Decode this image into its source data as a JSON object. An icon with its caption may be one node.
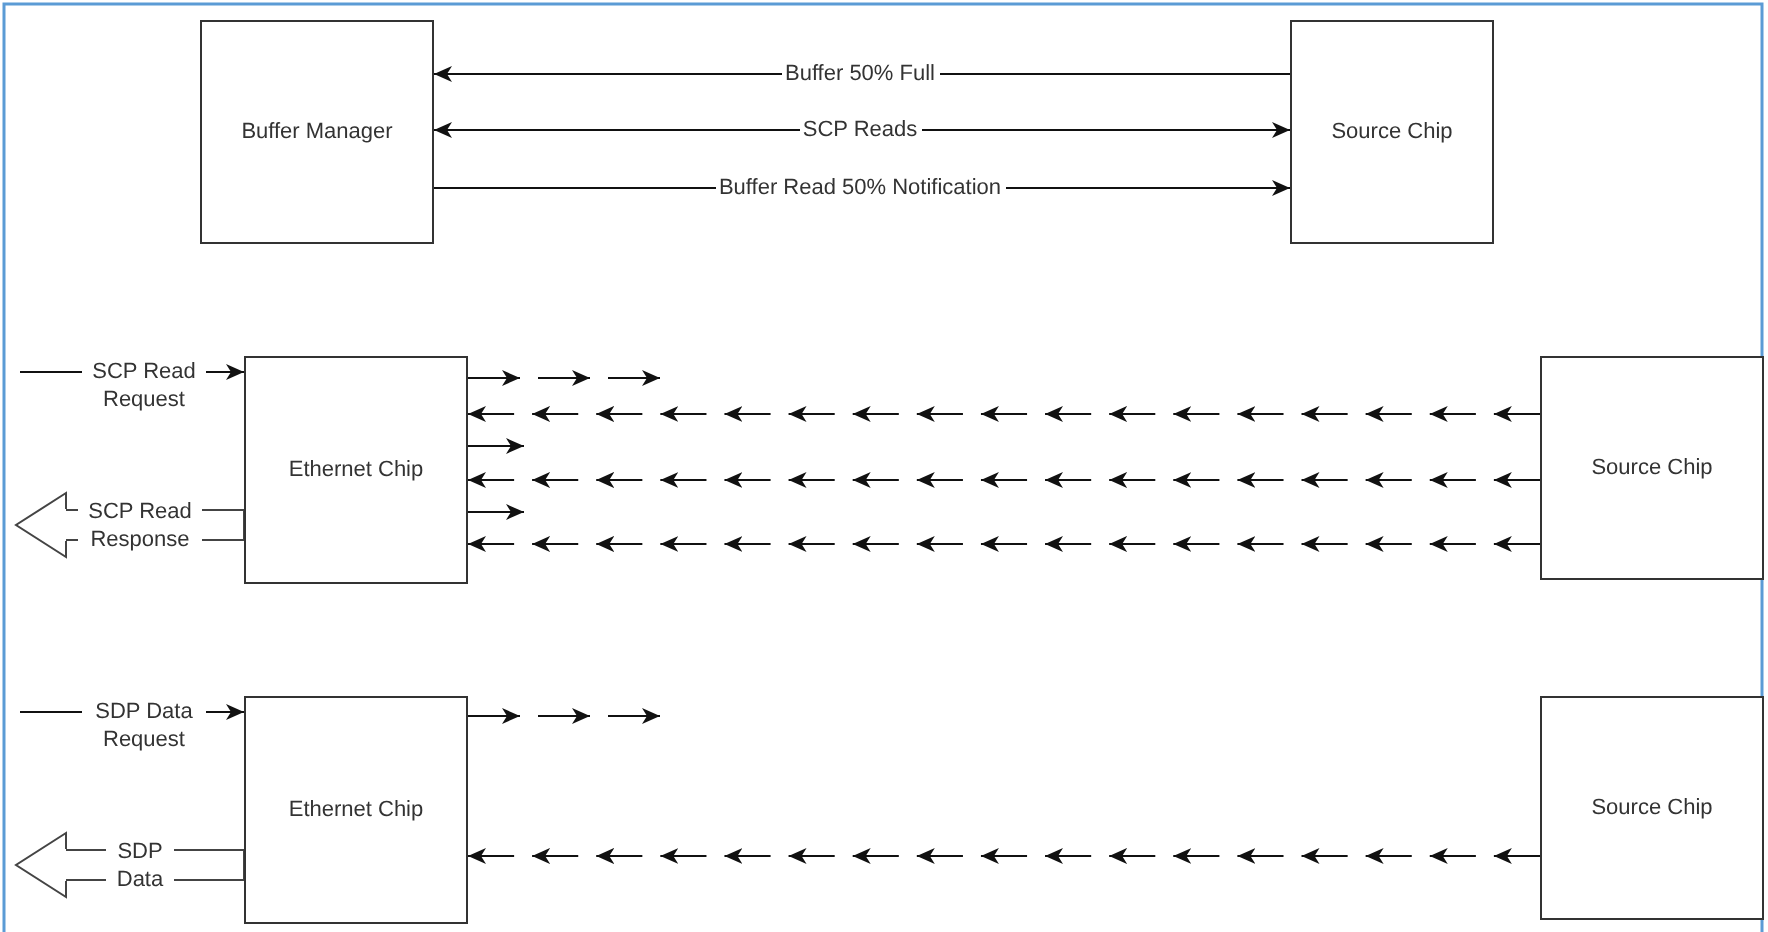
{
  "diagram": {
    "nodes": [
      {
        "text": [
          "Buffer Manager"
        ]
      },
      {
        "text": [
          "Source Chip"
        ]
      },
      {
        "text": [
          "Ethernet Chip"
        ]
      },
      {
        "text": [
          "Source Chip"
        ]
      },
      {
        "text": [
          "Ethernet Chip"
        ]
      },
      {
        "text": [
          "Source Chip"
        ]
      }
    ],
    "edges": [
      {
        "from": 1,
        "to": 0,
        "arrow": "to",
        "label": "Buffer 50% Full"
      },
      {
        "from": 0,
        "to": 1,
        "arrow": "both",
        "label": "SCP Reads"
      },
      {
        "from": 0,
        "to": 1,
        "arrow": "to",
        "label": "Buffer Read 50% Notification"
      },
      {
        "from": null,
        "to": 2,
        "arrow": "to",
        "label": "SCP Read Request"
      },
      {
        "from": 2,
        "to": null,
        "arrow": "to",
        "label": "SCP Read Response",
        "style": "thick"
      },
      {
        "from": 2,
        "to": null,
        "arrow": "to",
        "style": "dashed"
      },
      {
        "from": 3,
        "to": 2,
        "arrow": "to",
        "style": "dashed"
      },
      {
        "from": 2,
        "to": null,
        "arrow": "to",
        "style": "dashed"
      },
      {
        "from": 3,
        "to": 2,
        "arrow": "to",
        "style": "dashed"
      },
      {
        "from": 2,
        "to": null,
        "arrow": "to",
        "style": "dashed"
      },
      {
        "from": 3,
        "to": 2,
        "arrow": "to",
        "style": "dashed"
      },
      {
        "from": null,
        "to": 4,
        "arrow": "to",
        "label": "SDP Data Request"
      },
      {
        "from": 4,
        "to": null,
        "arrow": "to",
        "label": "SDP Data",
        "style": "thick"
      },
      {
        "from": 4,
        "to": null,
        "arrow": "to",
        "style": "dashed"
      },
      {
        "from": 5,
        "to": 4,
        "arrow": "to",
        "style": "dashed"
      }
    ]
  }
}
